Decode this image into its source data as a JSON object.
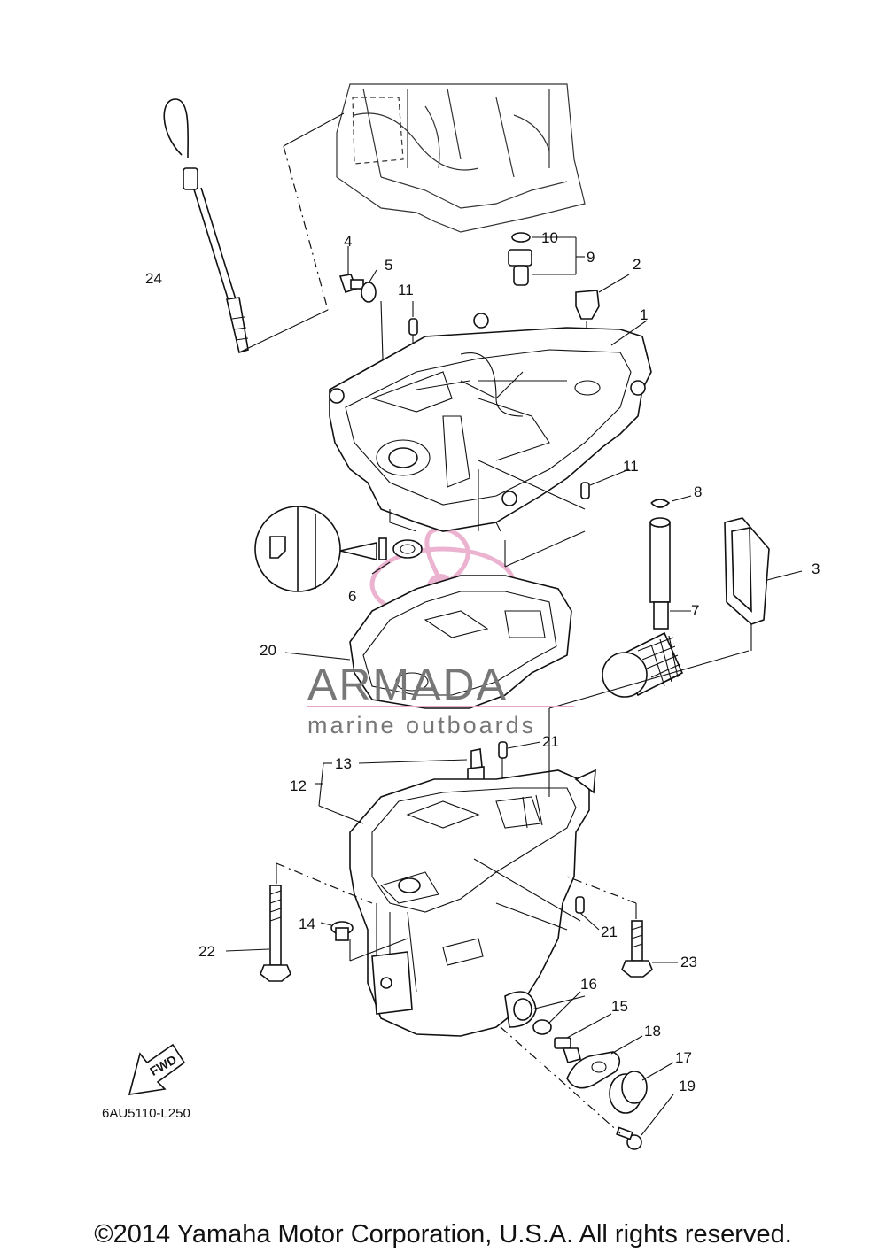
{
  "diagram": {
    "part_numbers": [
      "1",
      "2",
      "3",
      "4",
      "5",
      "6",
      "7",
      "8",
      "9",
      "10",
      "11",
      "11",
      "12",
      "13",
      "14",
      "15",
      "16",
      "17",
      "18",
      "19",
      "20",
      "21",
      "21",
      "22",
      "23",
      "24"
    ],
    "diagram_code": "6AU5110-L250",
    "direction_marker": "FWD",
    "watermark": {
      "brand": "ARMADA",
      "tagline": "marine outboards",
      "brand_color": "#e8a6c8",
      "text_color": "#777777"
    },
    "copyright": "©2014 Yamaha Motor Corporation, U.S.A. All rights reserved."
  }
}
